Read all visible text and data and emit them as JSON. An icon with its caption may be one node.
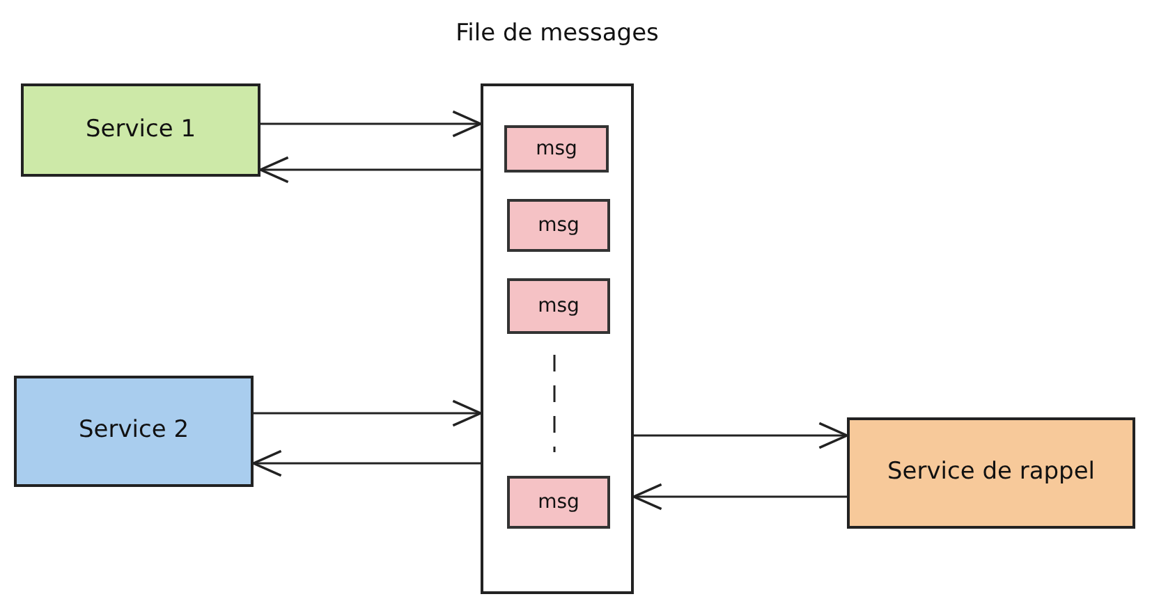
{
  "diagram": {
    "nodes": [
      {
        "text": [
          "File de messages"
        ]
      },
      {
        "text": [
          "msg"
        ],
        "in": 0
      },
      {
        "text": [
          "msg"
        ],
        "in": 0
      },
      {
        "text": [
          "msg"
        ],
        "in": 0
      },
      {
        "text": [
          "msg"
        ],
        "in": 0
      },
      {
        "text": [
          "Service 1"
        ]
      },
      {
        "text": [
          "Service 2"
        ]
      },
      {
        "text": [
          "Service de rappel"
        ]
      }
    ],
    "edges": [
      {
        "from": 5,
        "to": 0,
        "arrow": "to"
      },
      {
        "from": 0,
        "to": 5,
        "arrow": "to"
      },
      {
        "from": 6,
        "to": 0,
        "arrow": "to"
      },
      {
        "from": 0,
        "to": 6,
        "arrow": "to"
      },
      {
        "from": 0,
        "to": 7,
        "arrow": "to"
      },
      {
        "from": 7,
        "to": 0,
        "arrow": "to"
      }
    ]
  }
}
